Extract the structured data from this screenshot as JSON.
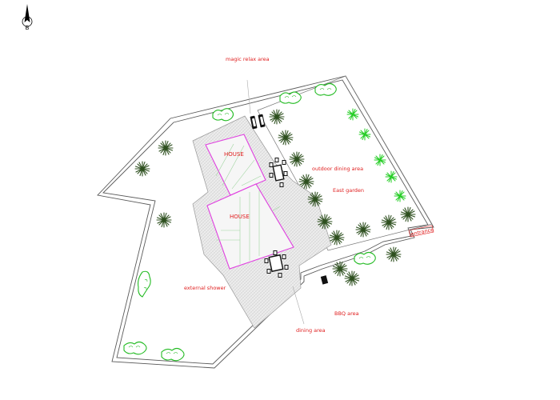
{
  "compass": {
    "letter": "B"
  },
  "labels": {
    "magic_relax": "magic relax area",
    "outdoor_dining": "outdoor dining area",
    "east_garden": "East garden",
    "entrance": "entrance",
    "external_shower": "external shower",
    "bbq": "BBQ area",
    "dining": "dining area",
    "house_upper": "HOUSE",
    "house_lower": "HOUSE"
  },
  "colors": {
    "outline": "#5a5a5a",
    "label": "#e02020",
    "house_outline": "#e040e0",
    "hedge": "#22bb22",
    "palm": "#2d4f1e",
    "palm_green": "#22cc22",
    "pavement": "#d9d9d9"
  }
}
